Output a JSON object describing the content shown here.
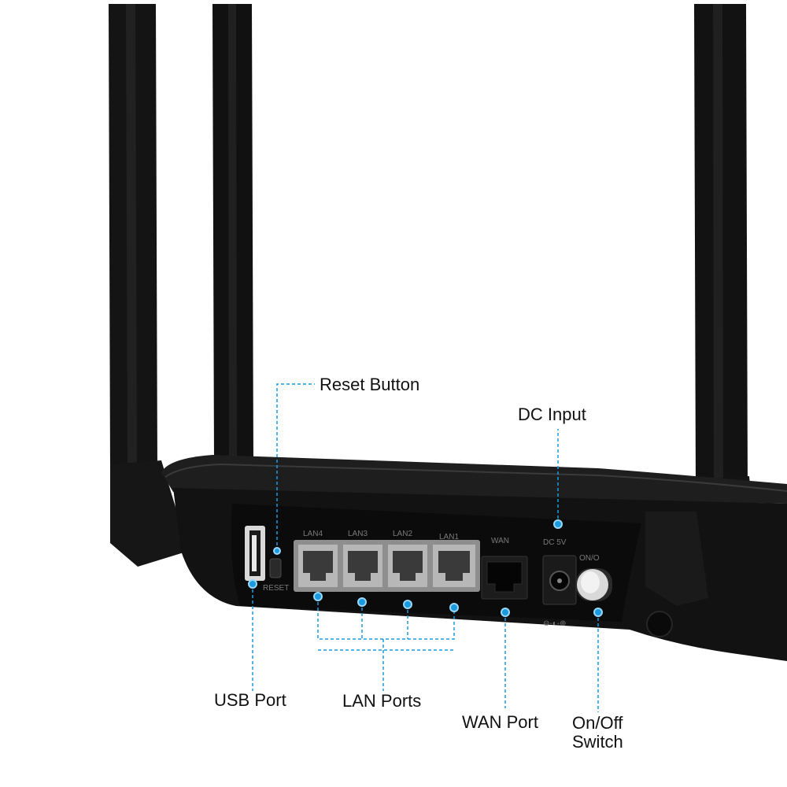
{
  "callouts": {
    "reset_button": "Reset Button",
    "dc_input": "DC Input",
    "usb_port": "USB Port",
    "lan_ports": "LAN Ports",
    "wan_port": "WAN Port",
    "on_off_line1": "On/Off",
    "on_off_line2": "Switch"
  },
  "port_labels": {
    "lan4": "LAN4",
    "lan3": "LAN3",
    "lan2": "LAN2",
    "lan1": "LAN1",
    "wan": "WAN",
    "dc": "DC 5V",
    "on": "ON/O",
    "reset": "RESET"
  },
  "colors": {
    "accent": "#1a9be0",
    "body": "#151515",
    "panel": "#0c0c0c",
    "port_frame": "#9a9a9a"
  }
}
